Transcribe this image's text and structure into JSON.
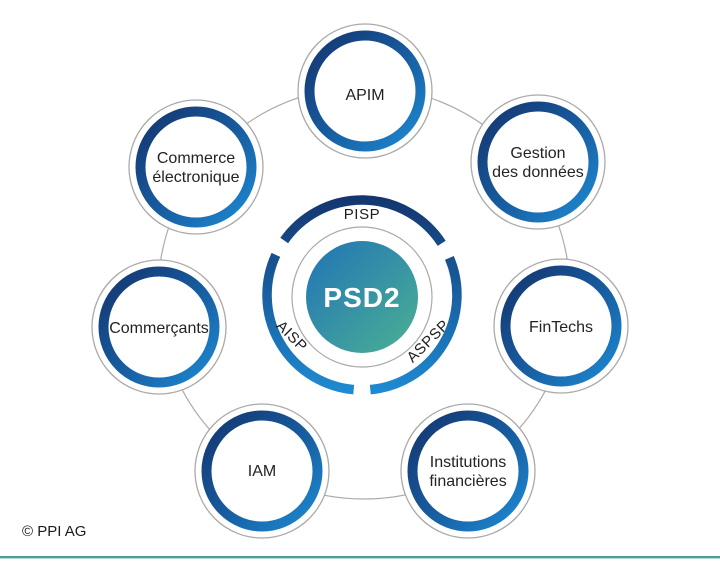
{
  "center": {
    "label": "PSD2",
    "segment_labels": [
      "PISP",
      "AISP",
      "ASPSP"
    ]
  },
  "nodes": [
    {
      "id": "apim",
      "lines": [
        "APIM"
      ]
    },
    {
      "id": "gestion-des-donnees",
      "lines": [
        "Gestion",
        "des données"
      ]
    },
    {
      "id": "fintechs",
      "lines": [
        "FinTechs"
      ]
    },
    {
      "id": "institutions-financieres",
      "lines": [
        "Institutions",
        "financières"
      ]
    },
    {
      "id": "iam",
      "lines": [
        "IAM"
      ]
    },
    {
      "id": "commercants",
      "lines": [
        "Commerçants"
      ]
    },
    {
      "id": "commerce-electronique",
      "lines": [
        "Commerce",
        "électronique"
      ]
    }
  ],
  "footer": {
    "copyright": "© PPI AG"
  },
  "colors": {
    "ring_dark": "#14356e",
    "ring_mid": "#175a9d",
    "ring_light": "#1e8ad2",
    "center_blue": "#2173b6",
    "center_teal": "#4bb193",
    "connector_gray": "#ababab",
    "footer_line": "#4f9d98"
  }
}
